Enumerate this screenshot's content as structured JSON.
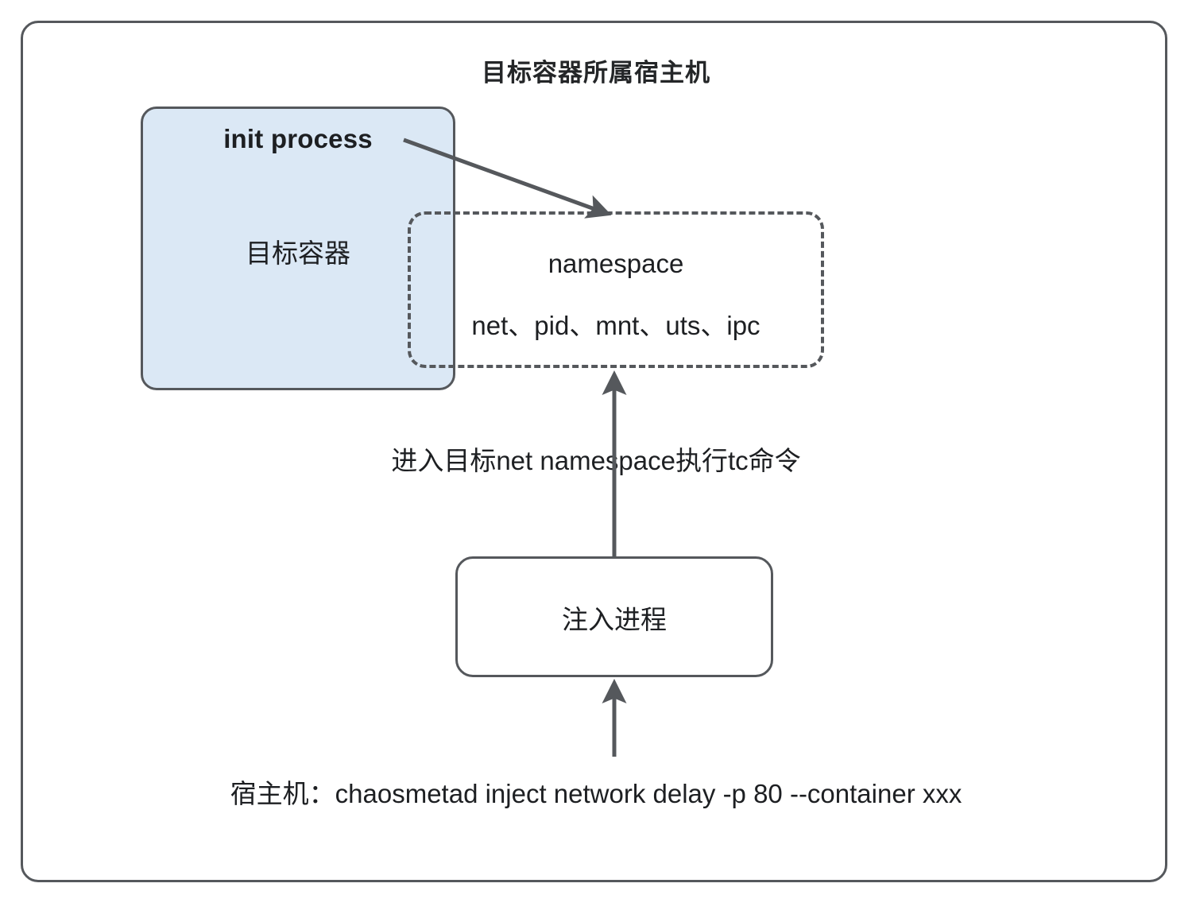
{
  "diagram": {
    "title": "目标容器所属宿主机",
    "background_color": "#ffffff",
    "frame_border_color": "#55585c"
  },
  "nodes": {
    "target_container": {
      "init_process_label": "init process",
      "container_label": "目标容器",
      "fill_color": "#dbe8f5",
      "border_color": "#55585c"
    },
    "namespace": {
      "title": "namespace",
      "items": "net、pid、mnt、uts、ipc",
      "border_style": "dashed",
      "border_color": "#55585c"
    },
    "inject_process": {
      "label": "注入进程",
      "fill_color": "#ffffff",
      "border_color": "#55585c"
    }
  },
  "edges": {
    "init_to_namespace": {
      "label": "",
      "arrow": "arrow-diagonal-icon"
    },
    "inject_to_namespace": {
      "label": "进入目标net namespace执行tc命令",
      "arrow": "arrow-up-icon"
    },
    "command_to_inject": {
      "arrow": "arrow-up-icon"
    }
  },
  "command": {
    "text": "宿主机：chaosmetad inject network delay -p 80 --container xxx"
  }
}
